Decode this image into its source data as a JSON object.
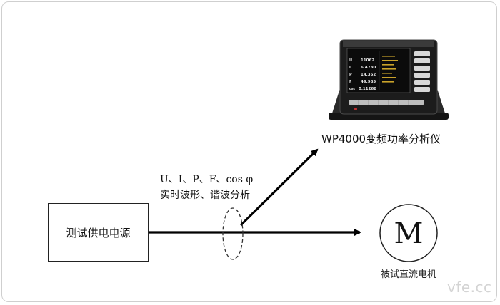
{
  "source": {
    "label": "测试供电电源"
  },
  "measurements": {
    "line1": "U、I、P、F、cos φ",
    "line2": "实时波形、谐波分析"
  },
  "analyzer": {
    "label": "WP4000变频功率分析仪",
    "screen_rows": [
      {
        "name": "U",
        "value": "11062"
      },
      {
        "name": "I",
        "value": "6.4730"
      },
      {
        "name": "P",
        "value": "14.352"
      },
      {
        "name": "F",
        "value": "49.985"
      },
      {
        "name": "cos",
        "value": "0.11268"
      }
    ]
  },
  "motor": {
    "symbol": "M",
    "label": "被试直流电机"
  },
  "watermark": "vfe.cc",
  "colors": {
    "line": "#000000",
    "device_body": "#1c1c1c",
    "screen": "#0b0b0b",
    "screen_text": "#e8e8e8",
    "screen_accent": "#c9a22a"
  }
}
